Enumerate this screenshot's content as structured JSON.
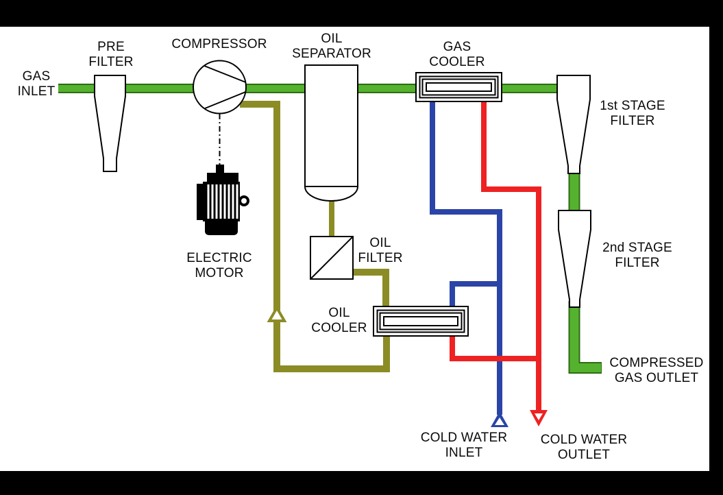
{
  "labels": {
    "gas_inlet": "GAS\nINLET",
    "pre_filter": "PRE\nFILTER",
    "compressor": "COMPRESSOR",
    "electric_motor": "ELECTRIC\nMOTOR",
    "oil_separator": "OIL\nSEPARATOR",
    "oil_filter": "OIL\nFILTER",
    "oil_cooler": "OIL\nCOOLER",
    "gas_cooler": "GAS\nCOOLER",
    "first_stage_filter": "1st STAGE\nFILTER",
    "second_stage_filter": "2nd STAGE\nFILTER",
    "compressed_gas_outlet": "COMPRESSED\nGAS OUTLET",
    "cold_water_inlet": "COLD WATER\nINLET",
    "cold_water_outlet": "COLD WATER\nOUTLET"
  },
  "colors": {
    "gas_line": "#55B22F",
    "gas_line_edge": "#2E6B14",
    "oil_line": "#8C8C26",
    "cold_water_inlet_line": "#2B44A7",
    "cold_water_outlet_line": "#EE2222",
    "component_outline": "#000000",
    "background": "#FFFFFF",
    "frame": "#000000"
  }
}
